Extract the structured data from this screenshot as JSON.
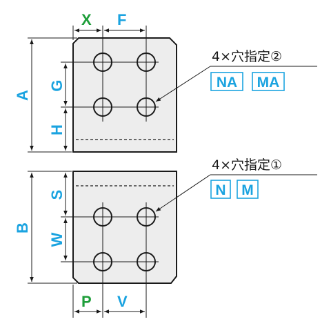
{
  "labels": {
    "X": "X",
    "F": "F",
    "A": "A",
    "G": "G",
    "H": "H",
    "B": "B",
    "S": "S",
    "W": "W",
    "P": "P",
    "V": "V"
  },
  "notes": {
    "top": "4×穴指定②",
    "bottom": "4×穴指定①"
  },
  "codes": {
    "top": [
      "NA",
      "MA"
    ],
    "bottom": [
      "N",
      "M"
    ]
  },
  "colors": {
    "green": "#1e9e3a",
    "blue": "#1aa3e0",
    "plate": "#ededed"
  }
}
